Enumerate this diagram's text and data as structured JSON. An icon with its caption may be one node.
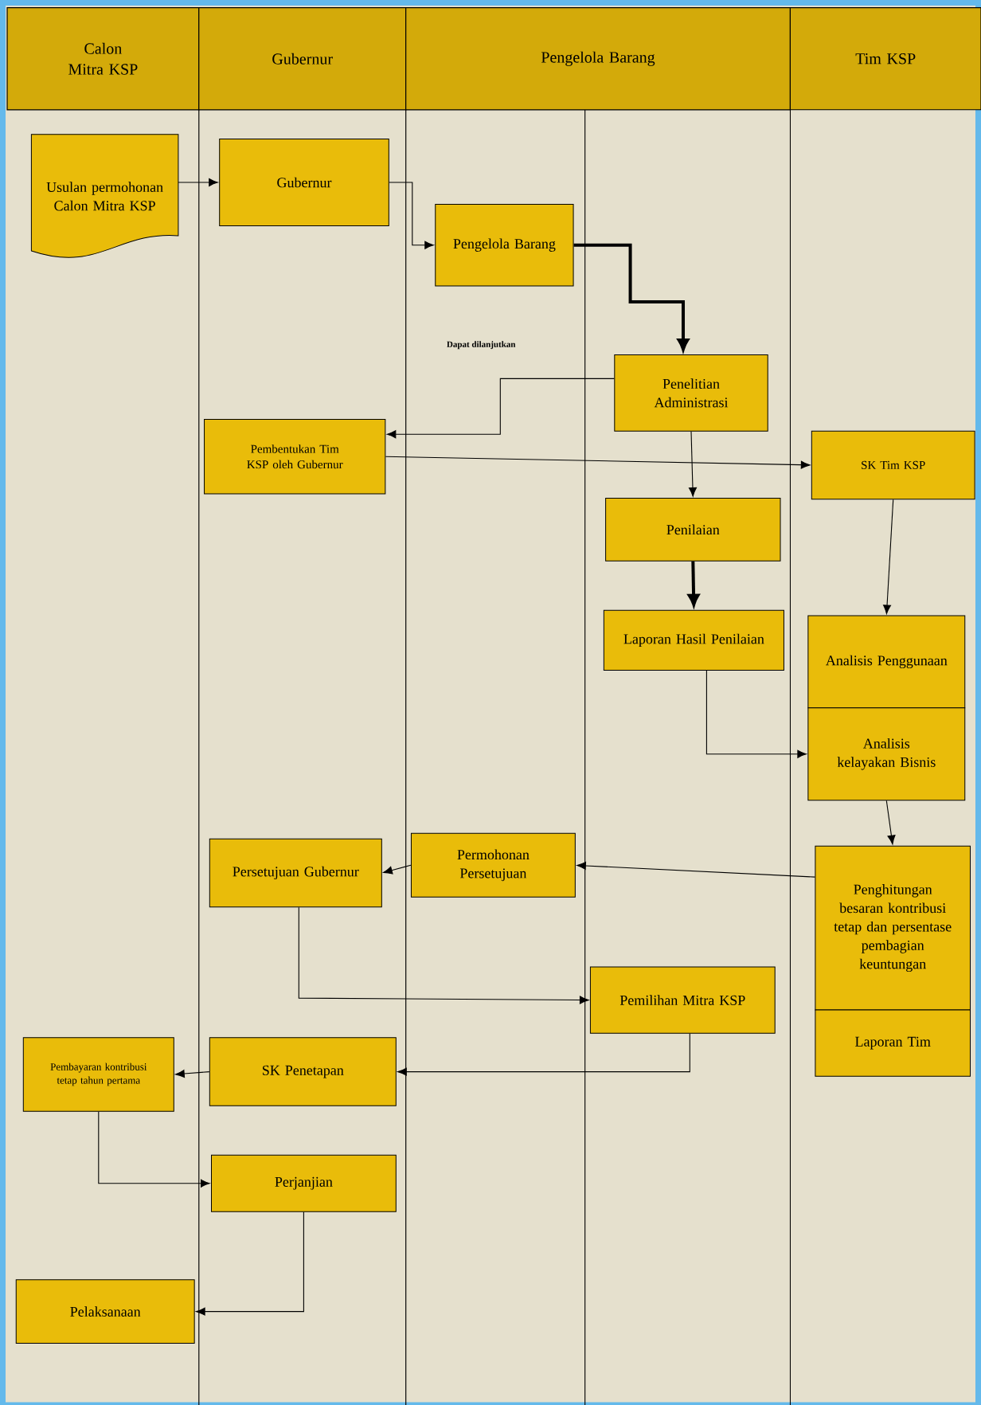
{
  "diagram": {
    "nodes": [
      {
        "text": [
          "Calon Mitra KSP"
        ]
      },
      {
        "text": [
          "Gubernur"
        ]
      },
      {
        "text": [
          "Pengelola Barang"
        ]
      },
      {
        "text": [
          "Tim KSP"
        ]
      },
      {
        "text": [
          "Usulan permohonan Calon Mitra KSP"
        ]
      },
      {
        "text": [
          "Gubernur"
        ]
      },
      {
        "text": [
          "Pengelola Barang"
        ]
      },
      {
        "text": [
          "Penelitian Administrasi"
        ]
      },
      {
        "text": [
          "Pembentukan Tim KSP oleh Gubernur"
        ]
      },
      {
        "text": [
          "SK Tim KSP"
        ]
      },
      {
        "text": [
          "Penilaian"
        ]
      },
      {
        "text": [
          "Laporan Hasil Penilaian"
        ]
      },
      {
        "text": [
          "Analisis Penggunaan"
        ]
      },
      {
        "text": [
          "Analisis kelayakan Bisnis"
        ]
      },
      {
        "text": [
          "Persetujuan Gubernur"
        ]
      },
      {
        "text": [
          "Permohonan Persetujuan"
        ]
      },
      {
        "text": [
          "Penghitungan besaran kontribusi tetap dan persentase pembagian keuntungan"
        ]
      },
      {
        "text": [
          "Laporan Tim"
        ]
      },
      {
        "text": [
          "Pemilihan Mitra KSP"
        ]
      },
      {
        "text": [
          "Pembayaran kontribusi tetap tahun pertama"
        ]
      },
      {
        "text": [
          "SK Penetapan"
        ]
      },
      {
        "text": [
          "Perjanjian"
        ]
      },
      {
        "text": [
          "Pelaksanaan"
        ]
      }
    ],
    "edges": [
      {
        "from": 4,
        "to": 5,
        "arrow": "to"
      },
      {
        "from": 5,
        "to": 6,
        "arrow": "to"
      },
      {
        "from": 6,
        "to": 7,
        "arrow": "to",
        "style": "thick"
      },
      {
        "from": 7,
        "to": 8,
        "arrow": "to"
      },
      {
        "from": 8,
        "to": 9,
        "arrow": "to"
      },
      {
        "from": 7,
        "to": 10,
        "arrow": "to"
      },
      {
        "from": 9,
        "to": 12,
        "arrow": "to"
      },
      {
        "from": 10,
        "to": 11,
        "arrow": "to",
        "style": "thick"
      },
      {
        "from": 11,
        "to": 13,
        "arrow": "to"
      },
      {
        "from": 13,
        "to": 16,
        "arrow": "to"
      },
      {
        "from": 16,
        "to": 15,
        "arrow": "to"
      },
      {
        "from": 15,
        "to": 14,
        "arrow": "to"
      },
      {
        "from": 14,
        "to": 18,
        "arrow": "to"
      },
      {
        "from": 18,
        "to": 20,
        "arrow": "to"
      },
      {
        "from": 20,
        "to": 19,
        "arrow": "to"
      },
      {
        "from": 19,
        "to": 21,
        "arrow": "to"
      },
      {
        "from": 21,
        "to": 22,
        "arrow": "to"
      }
    ],
    "labels": [
      "Dapat dilanjutkan"
    ]
  }
}
